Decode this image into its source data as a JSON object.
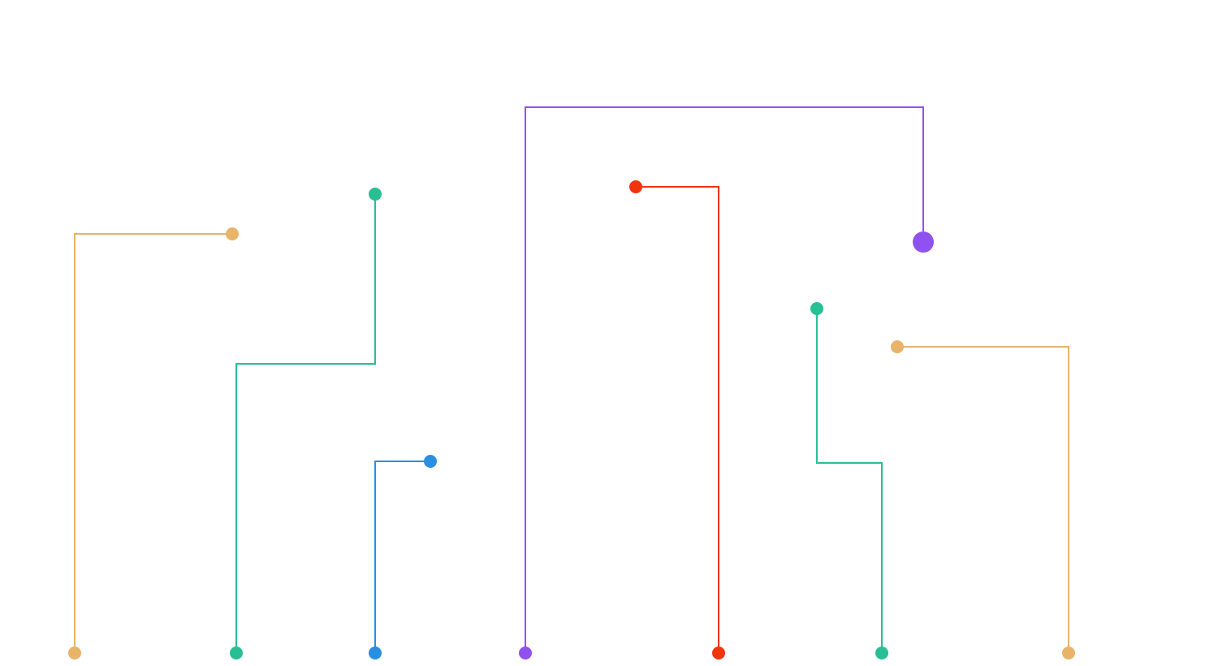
{
  "diagram": {
    "kind": "orthogonal-connectors",
    "connectors": [
      {
        "id": "c1",
        "color": "#e8b46a",
        "end_dot": "normal"
      },
      {
        "id": "c2",
        "color": "#27bf93",
        "end_dot": "normal"
      },
      {
        "id": "c3",
        "color": "#2a8fe0",
        "end_dot": "normal"
      },
      {
        "id": "c4",
        "color": "#8f52f0",
        "end_dot": "large"
      },
      {
        "id": "c5",
        "color": "#f0340e",
        "end_dot": "normal"
      },
      {
        "id": "c6",
        "color": "#27bf93",
        "end_dot": "normal"
      },
      {
        "id": "c7",
        "color": "#e8b46a",
        "end_dot": "normal"
      }
    ]
  }
}
